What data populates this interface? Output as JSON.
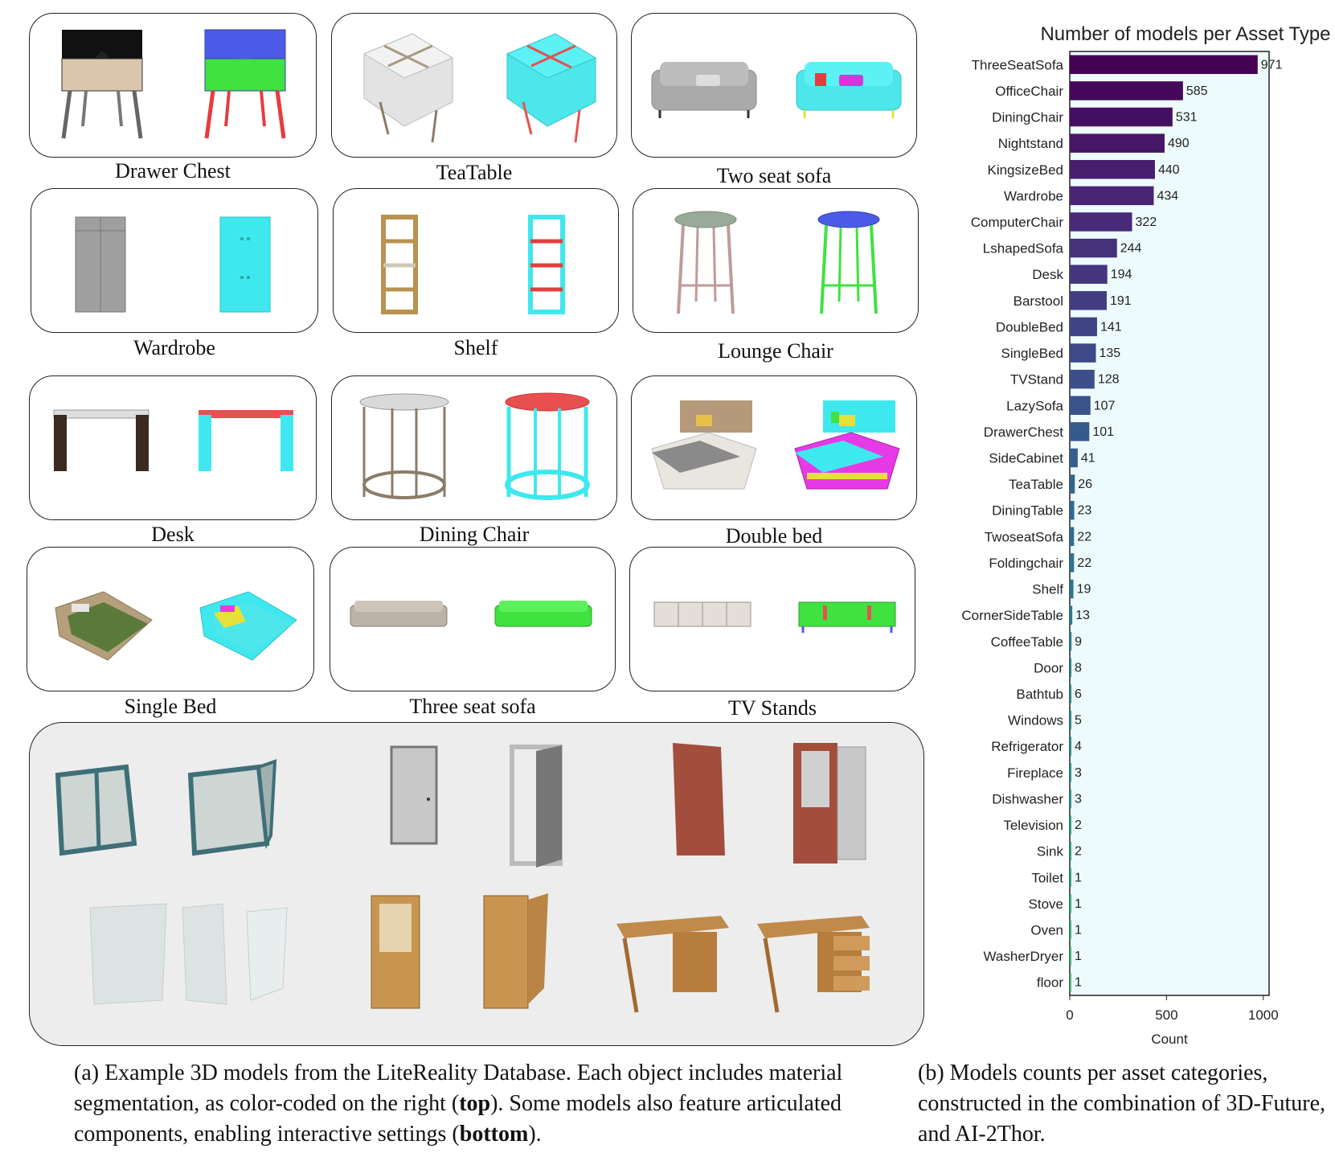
{
  "panels": [
    {
      "label": "Drawer Chest"
    },
    {
      "label": "TeaTable"
    },
    {
      "label": "Two seat sofa"
    },
    {
      "label": "Wardrobe"
    },
    {
      "label": "Shelf"
    },
    {
      "label": "Lounge Chair"
    },
    {
      "label": "Desk"
    },
    {
      "label": "Dining Chair"
    },
    {
      "label": "Double bed"
    },
    {
      "label": "Single Bed"
    },
    {
      "label": "Three seat sofa"
    },
    {
      "label": "TV Stands"
    }
  ],
  "captions": {
    "a_part1": "(a) Example 3D models from the LiteReality Database. Each object includes material segmentation, as color-coded on the right (",
    "a_bold1": "top",
    "a_part2": "). Some models also feature articulated components, enabling interactive settings (",
    "a_bold2": "bottom",
    "a_part3": ").",
    "b": "(b) Models counts per asset categories, constructed in the combination of 3D-Future, and AI-2Thor."
  },
  "chart_data": {
    "type": "bar",
    "orientation": "horizontal",
    "title": "Number of models per Asset Type",
    "xlabel": "Count",
    "ylabel": "",
    "xlim": [
      0,
      1030
    ],
    "xticks": [
      0,
      500,
      1000
    ],
    "grid": false,
    "categories": [
      "ThreeSeatSofa",
      "OfficeChair",
      "DiningChair",
      "Nightstand",
      "KingsizeBed",
      "Wardrobe",
      "ComputerChair",
      "LshapedSofa",
      "Desk",
      "Barstool",
      "DoubleBed",
      "SingleBed",
      "TVStand",
      "LazySofa",
      "DrawerChest",
      "SideCabinet",
      "TeaTable",
      "DiningTable",
      "TwoseatSofa",
      "Foldingchair",
      "Shelf",
      "CornerSideTable",
      "CoffeeTable",
      "Door",
      "Bathtub",
      "Windows",
      "Refrigerator",
      "Fireplace",
      "Dishwasher",
      "Television",
      "Sink",
      "Toilet",
      "Stove",
      "Oven",
      "WasherDryer",
      "floor"
    ],
    "values": [
      971,
      585,
      531,
      490,
      440,
      434,
      322,
      244,
      194,
      191,
      141,
      135,
      128,
      107,
      101,
      41,
      26,
      23,
      22,
      22,
      19,
      13,
      9,
      8,
      6,
      5,
      4,
      3,
      3,
      2,
      2,
      1,
      1,
      1,
      1,
      1
    ],
    "colors": {
      "background": "#eefbfd",
      "palette": "viridis"
    }
  }
}
